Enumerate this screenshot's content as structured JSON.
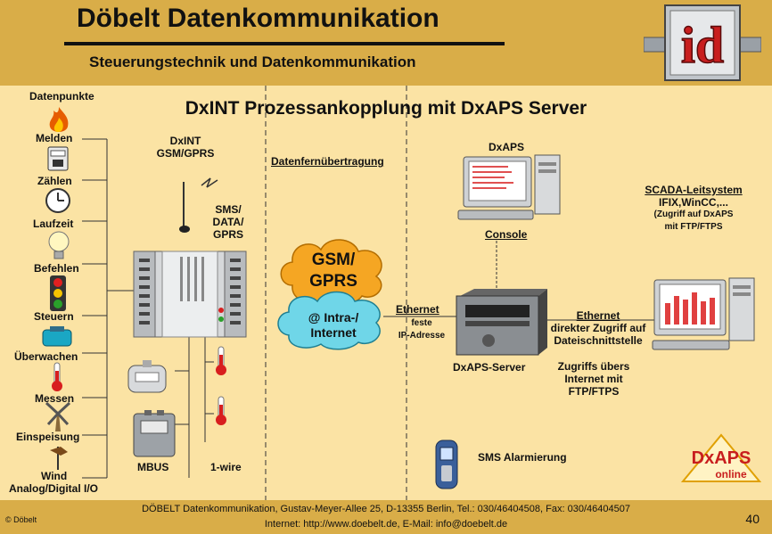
{
  "header": {
    "title": "Döbelt Datenkommunikation",
    "subtitle": "Steuerungstechnik und Datenkommunikation",
    "logo_text": "id"
  },
  "diagram_title": "DxINT Prozessankopplung mit DxAPS Server",
  "datapoints": {
    "heading": "Datenpunkte",
    "items": [
      "Melden",
      "Zählen",
      "Laufzeit",
      "Befehlen",
      "Steuern",
      "Überwachen",
      "Messen",
      "Einspeisung",
      "Wind"
    ],
    "bottom_label": "Analog/Digital I/O"
  },
  "device": {
    "name_line1": "DxINT",
    "name_line2": "GSM/GPRS",
    "link_line1": "SMS/",
    "link_line2": "DATA/",
    "link_line3": "GPRS",
    "mbus": "MBUS",
    "onewire": "1-wire"
  },
  "transfer_label": "Datenfernübertragung",
  "network": {
    "gsm_line1": "GSM/",
    "gsm_line2": "GPRS",
    "net_line1": "@ Intra-/",
    "net_line2": "Internet",
    "ethernet1": "Ethernet",
    "fixed_line1": "feste",
    "fixed_line2": "IP-Adresse"
  },
  "dxaps": {
    "label": "DxAPS",
    "console": "Console",
    "server": "DxAPS-Server"
  },
  "scada": {
    "title": "SCADA-Leitsystem",
    "line2": "IFIX,WinCC,...",
    "line3": "(Zugriff auf DxAPS",
    "line4": "mit FTP/FTPS"
  },
  "ethernet2": {
    "line1": "Ethernet",
    "line2": "direkter Zugriff auf",
    "line3": "Dateischnittstelle"
  },
  "internet_access": {
    "line1": "Zugriffs übers",
    "line2": "Internet mit",
    "line3": "FTP/FTPS"
  },
  "sms": "SMS Alarmierung",
  "brand": {
    "line1": "DxAPS",
    "line2": "online"
  },
  "footer": {
    "copyright": "© Döbelt",
    "address": "DÖBELT Datenkommunikation, Gustav-Meyer-Allee 25, D-13355 Berlin, Tel.: 030/46404508, Fax: 030/46404507",
    "web": "Internet: http://www.doebelt.de, E-Mail: info@doebelt.de",
    "page": "40"
  },
  "colors": {
    "background": "#d9ad48",
    "panel": "#fbe3a4",
    "cloud_orange": "#f5a623",
    "cloud_cyan": "#6fd6e8"
  }
}
